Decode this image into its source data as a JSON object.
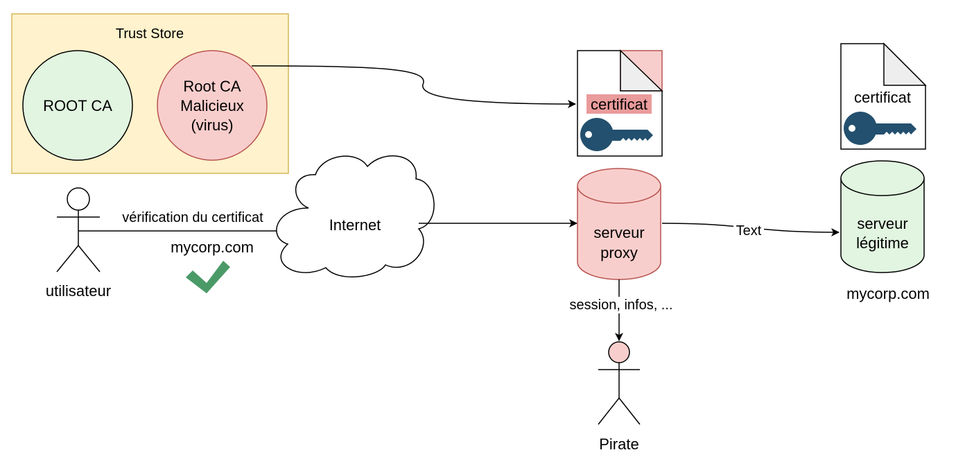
{
  "trust_store": {
    "title": "Trust Store",
    "root_ca": "ROOT CA",
    "malicious_ca": {
      "line1": "Root CA",
      "line2": "Malicieux",
      "line3": "(virus)"
    }
  },
  "certificates": {
    "forged": {
      "label": "certificat",
      "icon": "key-icon"
    },
    "legitimate": {
      "label": "certificat",
      "icon": "key-icon"
    }
  },
  "user": {
    "label": "utilisateur",
    "edge_label": "vérification du certificat",
    "domain": "mycorp.com",
    "check_icon": "checkmark-icon"
  },
  "internet": {
    "label": "Internet"
  },
  "proxy": {
    "line1": "serveur",
    "line2": "proxy",
    "edge_to_legit_label": "Text",
    "edge_to_pirate_label": "session, infos, ..."
  },
  "legit_server": {
    "line1": "serveur",
    "line2": "légitime",
    "domain": "mycorp.com"
  },
  "pirate": {
    "label": "Pirate"
  },
  "colors": {
    "trust_store_fill": "#fff2cc",
    "trust_store_stroke": "#d6b656",
    "green_fill": "#e1f5e0",
    "red_fill": "#f8cecc",
    "red_stroke": "#b85450",
    "key": "#23506e",
    "check": "#4a9a68",
    "label_highlight": "#ea9b9b"
  }
}
